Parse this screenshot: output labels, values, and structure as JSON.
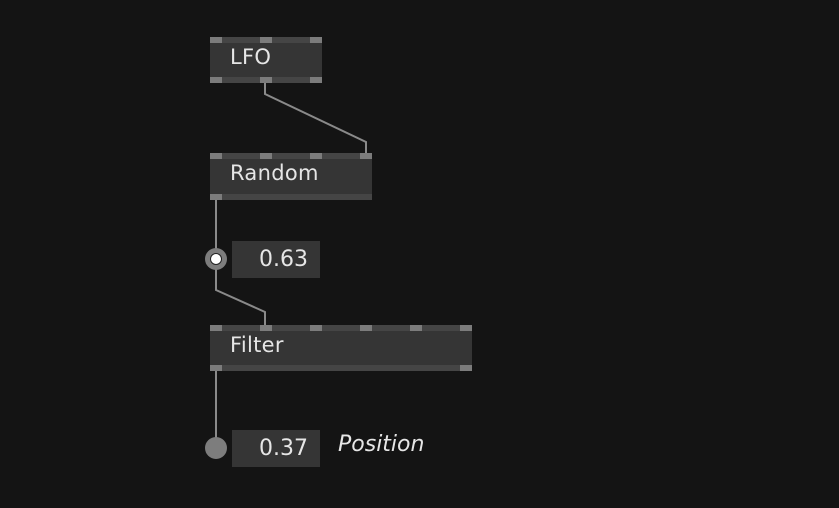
{
  "nodes": {
    "lfo": {
      "label": "LFO"
    },
    "random": {
      "label": "Random"
    },
    "filter": {
      "label": "Filter"
    }
  },
  "ioboxes": {
    "random_value": {
      "value": "0.63"
    },
    "position_value": {
      "value": "0.37",
      "comment": "Position"
    }
  },
  "colors": {
    "background": "#141414",
    "node": "#353535",
    "pin": "#7c7c7c",
    "link": "#8a8a8a",
    "text": "#e6e6e6"
  }
}
